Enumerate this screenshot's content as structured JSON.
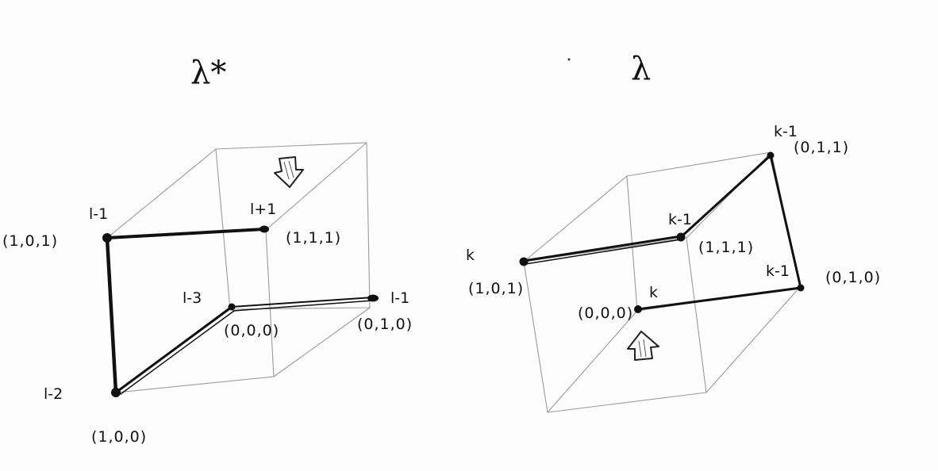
{
  "left_diagram": {
    "title": "λ*",
    "labels": {
      "l_minus_1_top": "l-1",
      "l_plus_1": "l+1",
      "l_minus_3": "l-3",
      "l_minus_1_right": "l-1",
      "l_minus_2": "l-2"
    },
    "coords": {
      "c101": "(1,0,1)",
      "c111": "(1,1,1)",
      "c000": "(0,0,0)",
      "c110": "(0,1,0)",
      "c100": "(1,0,0)"
    }
  },
  "right_diagram": {
    "title": "λ",
    "labels": {
      "k_minus_1_top": "k-1",
      "k_minus_1_mid": "k-1",
      "k_left": "k",
      "k_zero": "k",
      "k_minus_1_right": "k-1"
    },
    "coords": {
      "c011": "(0,1,1)",
      "c111": "(1,1,1)",
      "c101": "(1,0,1)",
      "c000": "(0,0,0)",
      "c010": "(0,1,0)"
    }
  }
}
